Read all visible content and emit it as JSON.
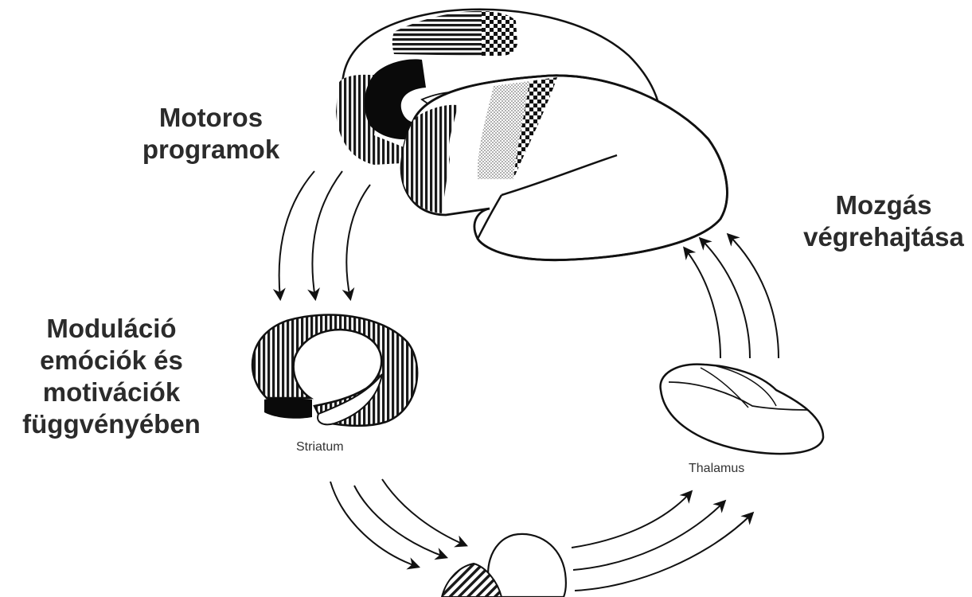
{
  "labels": {
    "motor_line1": "Motoros",
    "motor_line2": "programok",
    "movement_line1": "Mozgás",
    "movement_line2": "végrehajtása",
    "modulation_line1": "Moduláció",
    "modulation_line2": "emóciók és",
    "modulation_line3": "motivációk",
    "modulation_line4": "függvényében"
  },
  "structures": {
    "striatum": "Striatum",
    "thalamus": "Thalamus"
  }
}
